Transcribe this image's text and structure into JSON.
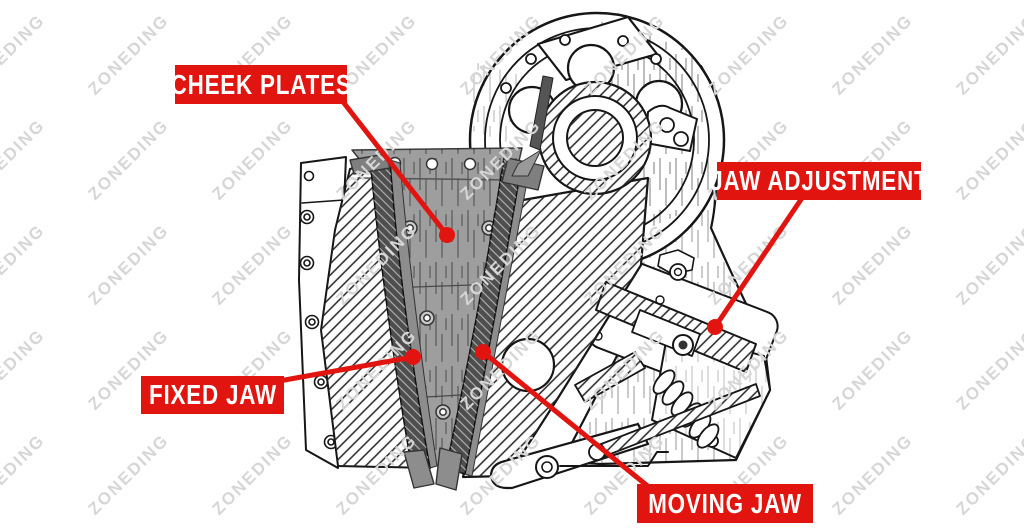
{
  "diagram": {
    "subject": "jaw-crusher-cutaway",
    "labels": [
      {
        "id": "cheek-plates",
        "text": "CHEEK PLATES"
      },
      {
        "id": "jaw-adjustment",
        "text": "JAW ADJUSTMENT"
      },
      {
        "id": "fixed-jaw",
        "text": "FIXED JAW"
      },
      {
        "id": "moving-jaw",
        "text": "MOVING JAW"
      }
    ]
  },
  "watermark": {
    "text": "ZONEDING"
  },
  "colors": {
    "label_bg": "#e2140f",
    "leader_line": "#e2140f",
    "watermark": "#d6d6d6",
    "cheek_plate_gray": "#9e9e9e",
    "jaw_plate_dark": "#4e4e4e",
    "jaw_back_band": "#8d8d8d",
    "cap_gray": "#7f7f7f"
  }
}
